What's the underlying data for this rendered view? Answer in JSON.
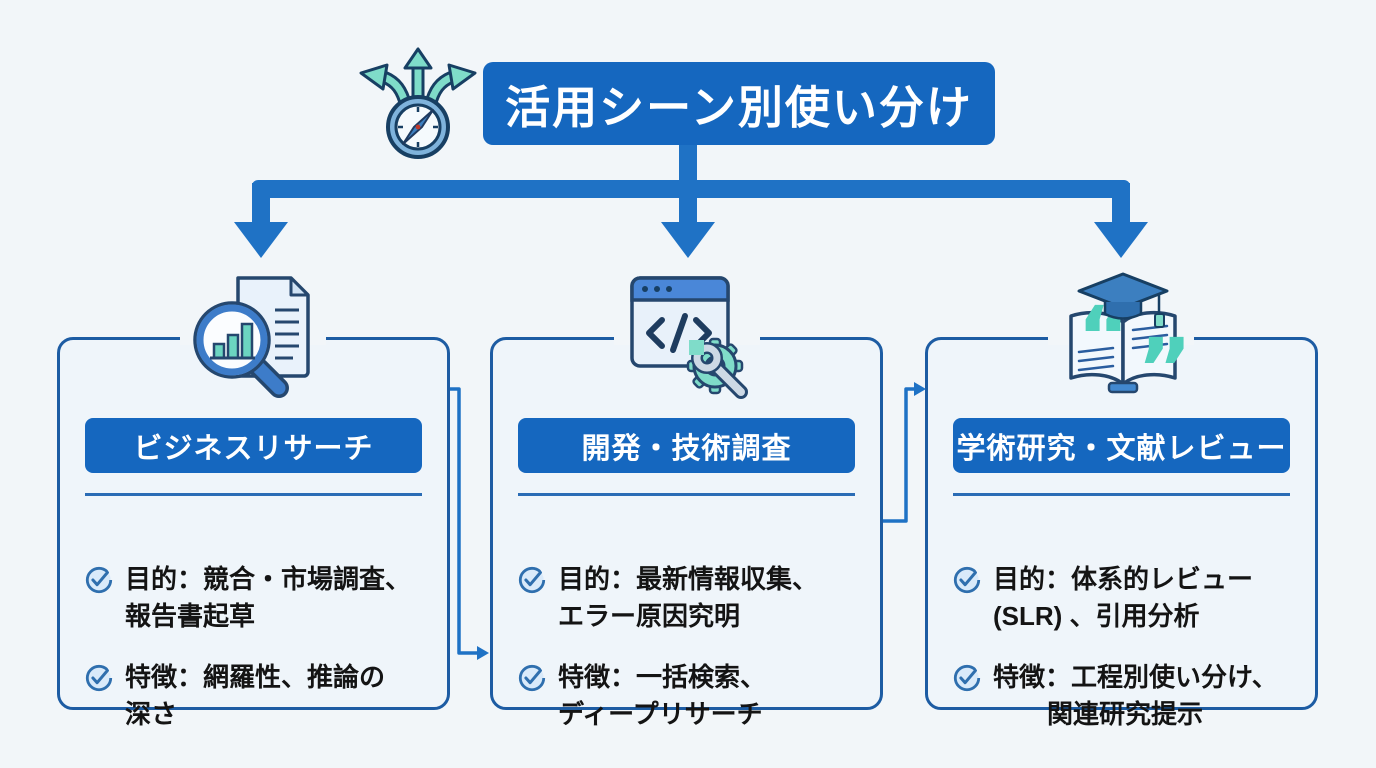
{
  "title": {
    "label": "活用シーン別使い分け"
  },
  "colors": {
    "page_bg": "#f2f6f9",
    "primary_blue": "#1567bf",
    "arrow_blue": "#1f72c5",
    "card_border": "#1d5ca3",
    "card_bg": "#eff5fa",
    "divider_blue": "#2a6cb5",
    "teal_accent": "#6cd5c1",
    "text": "#141414"
  },
  "icons": {
    "title_icon": "compass-branching-arrows",
    "bullet_icon": "check-circle",
    "code_glyph": "</>",
    "quote_open": "“",
    "quote_close": "”"
  },
  "cards": [
    {
      "icon": "magnifier-bar-chart-document",
      "header": "ビジネスリサーチ",
      "bullets": [
        {
          "line1": "目的：競合・市場調査、",
          "line2": "報告書起草"
        },
        {
          "line1": "特徴：網羅性、推論の",
          "line2": "深さ"
        }
      ]
    },
    {
      "icon": "code-window-gear-wrench",
      "header": "開発・技術調査",
      "bullets": [
        {
          "line1": "目的：最新情報収集、",
          "line2": "エラー原因究明"
        },
        {
          "line1": "特徴：一括検索、",
          "line2": "ディープリサーチ"
        }
      ]
    },
    {
      "icon": "open-book-quotes-graduation-cap",
      "header": "学術研究・文献レビュー",
      "bullets": [
        {
          "line1": "目的：体系的レビュー",
          "line2": "(SLR) 、引用分析"
        },
        {
          "line1": "特徴：工程別使い分け、",
          "line2": "関連研究提示"
        }
      ]
    }
  ]
}
